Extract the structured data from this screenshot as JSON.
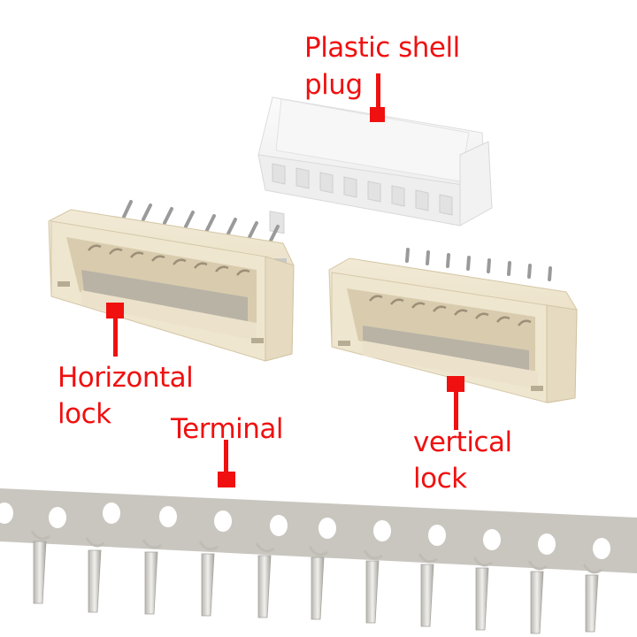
{
  "scene": {
    "description": "Product photo of wire-to-board connector set with red annotation labels",
    "background": "#ffffff",
    "annotation_color": "#f01010"
  },
  "labels": {
    "plastic_shell_plug": {
      "line1": "Plastic shell",
      "line2": "plug"
    },
    "horizontal_lock": {
      "line1": "Horizontal",
      "line2": "lock"
    },
    "terminal": {
      "line1": "Terminal"
    },
    "vertical_lock": {
      "line1": "vertical",
      "line2": "lock"
    }
  },
  "components": {
    "plug": {
      "color": "#f4f4f4",
      "pin_slots": 8
    },
    "horizontal_header": {
      "color": "#ede3cc",
      "pins": 8
    },
    "vertical_header": {
      "color": "#ede3cc",
      "pins": 8
    },
    "terminal_strip": {
      "color": "#c9c6bf",
      "terminals": 12
    }
  }
}
